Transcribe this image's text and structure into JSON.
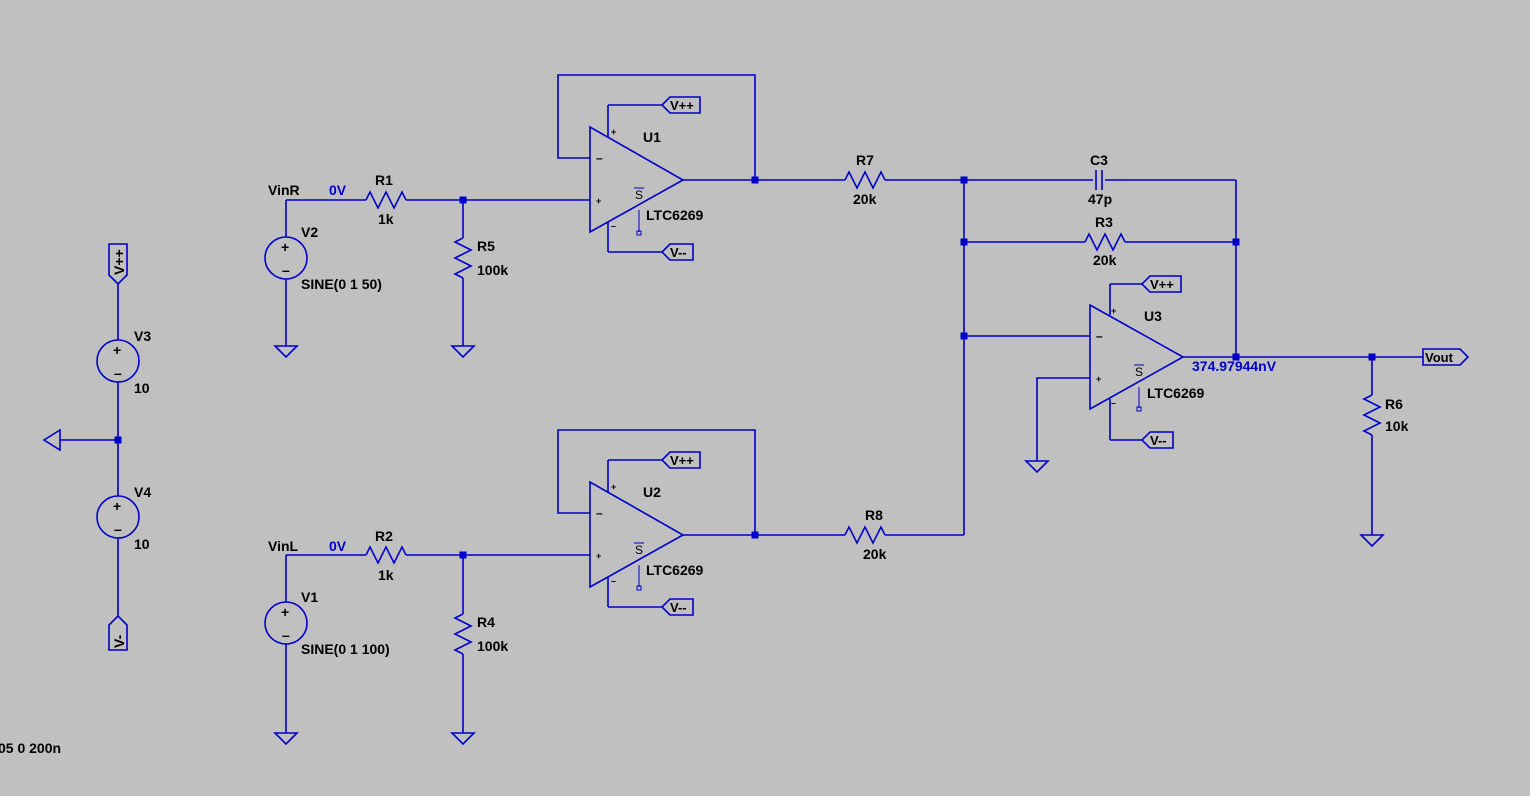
{
  "components": {
    "v1": {
      "name": "V1",
      "value": "SINE(0 1 100)"
    },
    "v2": {
      "name": "V2",
      "value": "SINE(0 1 50)"
    },
    "v3": {
      "name": "V3",
      "value": "10"
    },
    "v4": {
      "name": "V4",
      "value": "10"
    },
    "r1": {
      "name": "R1",
      "value": "1k"
    },
    "r2": {
      "name": "R2",
      "value": "1k"
    },
    "r3": {
      "name": "R3",
      "value": "20k"
    },
    "r4": {
      "name": "R4",
      "value": "100k"
    },
    "r5": {
      "name": "R5",
      "value": "100k"
    },
    "r6": {
      "name": "R6",
      "value": "10k"
    },
    "r7": {
      "name": "R7",
      "value": "20k"
    },
    "r8": {
      "name": "R8",
      "value": "20k"
    },
    "c3": {
      "name": "C3",
      "value": "47p"
    },
    "u1": {
      "name": "U1",
      "model": "LTC6269"
    },
    "u2": {
      "name": "U2",
      "model": "LTC6269"
    },
    "u3": {
      "name": "U3",
      "model": "LTC6269"
    }
  },
  "nets": {
    "vinr": "VinR",
    "vinl": "VinL",
    "vinr_voltage": "0V",
    "vinl_voltage": "0V",
    "vout": "Vout",
    "vout_voltage": "374.97944nV",
    "vpp": "V++",
    "vmm": "V--",
    "vm": "V-"
  },
  "pin_marks": {
    "plus": "+",
    "minus": "–",
    "shutdown": "S"
  },
  "directive": "05 0 200n",
  "colors": {
    "background": "#c0c0c0",
    "wire": "#0000c8",
    "text": "#000000",
    "probe_text": "#0000c8"
  }
}
